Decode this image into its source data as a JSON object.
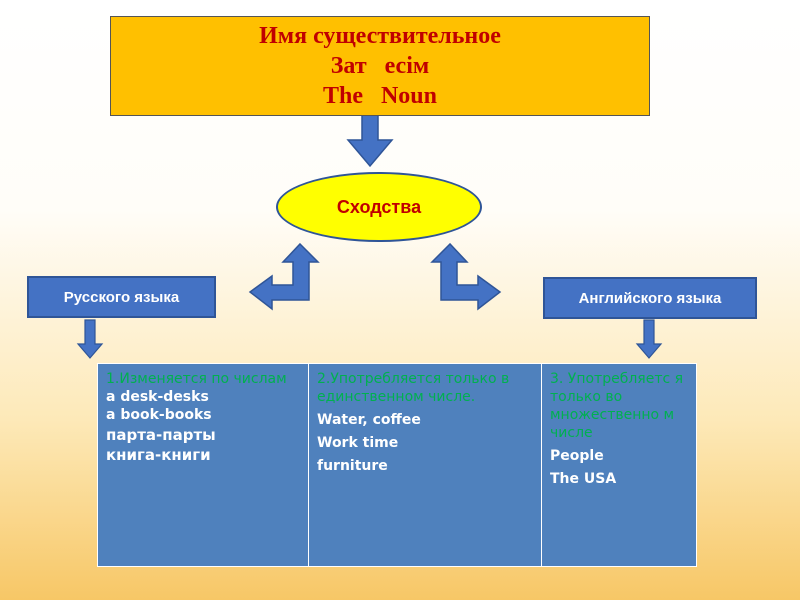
{
  "title": {
    "line1": "Имя существительное",
    "line2": "Зат   есім",
    "line3": "The   Noun"
  },
  "center": {
    "label": "Сходства"
  },
  "left_box": {
    "label": "Русского языка"
  },
  "right_box": {
    "label": "Английского языка"
  },
  "table": {
    "col1": {
      "head": "1.Изменяется по числам",
      "items": [
        "a desk-desks",
        "a book-books",
        "парта-парты",
        "книга-книги"
      ]
    },
    "col2": {
      "head": "2.Употребляется только в единственном числе.",
      "items": [
        "Water, coffee",
        "Work time",
        "furniture"
      ]
    },
    "col3": {
      "head": "3. Употребляетс я только во множественно м числе",
      "items": [
        "People",
        "The USA"
      ]
    }
  },
  "colors": {
    "title_fill": "#ffc000",
    "title_text": "#c00000",
    "ellipse_fill": "#ffff00",
    "box_fill": "#4472c4",
    "table_fill": "#4f81bd",
    "table_head_text": "#00b050",
    "arrow_fill": "#4472c4"
  }
}
